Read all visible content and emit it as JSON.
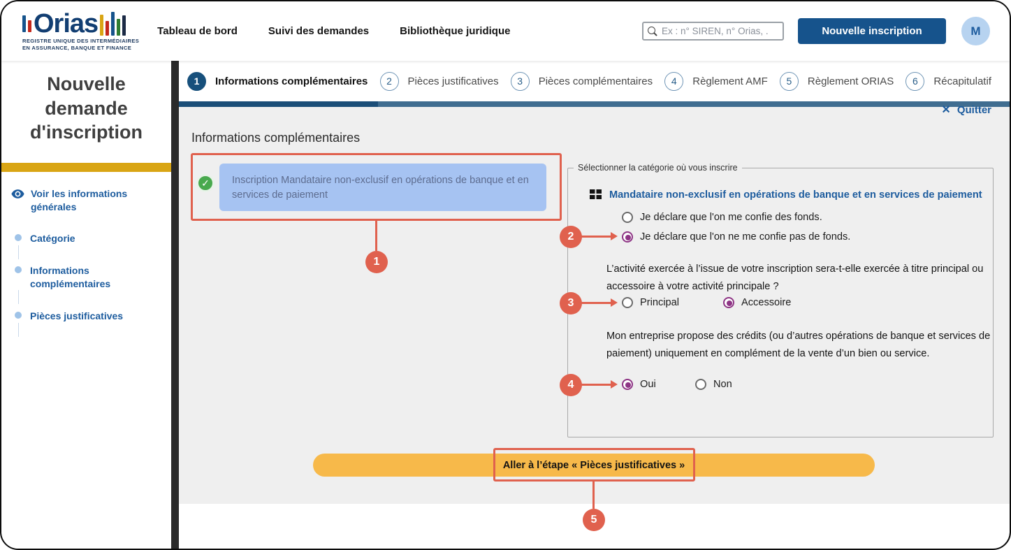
{
  "colors": {
    "primary_blue": "#17507C",
    "link_blue": "#1D5C9E",
    "sidebar_gold": "#D9A514",
    "cta_blue": "#16538C",
    "next_button_orange": "#F7B94A",
    "annotation_red": "#E0614E",
    "chip_blue": "#A6C3F2",
    "radio_selected_purple": "#8E3585",
    "success_green": "#49A94E"
  },
  "navbar": {
    "logo": {
      "name": "Orias",
      "subtitle_line1": "REGISTRE UNIQUE DES INTERMÉDIAIRES",
      "subtitle_line2": "EN ASSURANCE, BANQUE ET FINANCE"
    },
    "links": [
      {
        "label": "Tableau de bord"
      },
      {
        "label": "Suivi des demandes"
      },
      {
        "label": "Bibliothèque juridique"
      }
    ],
    "search": {
      "placeholder": "Ex : n° SIREN, n° Orias, ."
    },
    "new_registration_button": "Nouvelle inscription",
    "avatar_initial": "M"
  },
  "sidebar": {
    "title": "Nouvelle demande d'inscription",
    "view_general_info": "Voir les informations générales",
    "items": [
      {
        "label": "Catégorie"
      },
      {
        "label": "Informations complémentaires"
      },
      {
        "label": "Pièces justificatives"
      }
    ]
  },
  "stepper": {
    "steps": [
      {
        "num": "1",
        "label": "Informations complémentaires",
        "active": true
      },
      {
        "num": "2",
        "label": "Pièces justificatives",
        "active": false
      },
      {
        "num": "3",
        "label": "Pièces complémentaires",
        "active": false
      },
      {
        "num": "4",
        "label": "Règlement AMF",
        "active": false
      },
      {
        "num": "5",
        "label": "Règlement ORIAS",
        "active": false
      },
      {
        "num": "6",
        "label": "Récapitulatif",
        "active": false
      }
    ],
    "quit": "Quitter",
    "quit_icon": "✕"
  },
  "content": {
    "heading": "Informations complémentaires",
    "selected_chip": "Inscription Mandataire non-exclusif en opérations de banque et en services de paiement",
    "check_mark": "✓",
    "category_panel": {
      "legend": "Sélectionner la catégorie où vous inscrire",
      "title": "Mandataire non-exclusif en opérations de banque et en services de paiement",
      "question1": {
        "options": [
          {
            "label": "Je déclare que l'on me confie des fonds.",
            "selected": false
          },
          {
            "label": "Je déclare que l'on ne me confie pas de fonds.",
            "selected": true
          }
        ]
      },
      "question2": {
        "text": "L’activité exercée à l’issue de votre inscription sera-t-elle exercée à titre principal ou accessoire à votre activité principale ?",
        "options": [
          {
            "label": "Principal",
            "selected": false
          },
          {
            "label": "Accessoire",
            "selected": true
          }
        ]
      },
      "question3": {
        "text": "Mon entreprise propose des crédits (ou d’autres opérations de banque et services de paiement) uniquement en complément de la vente d’un bien ou service.",
        "options": [
          {
            "label": "Oui",
            "selected": true
          },
          {
            "label": "Non",
            "selected": false
          }
        ]
      }
    },
    "next_step_button": "Aller à l’étape « Pièces justificatives »"
  },
  "annotations": {
    "n1": "1",
    "n2": "2",
    "n3": "3",
    "n4": "4",
    "n5": "5"
  }
}
